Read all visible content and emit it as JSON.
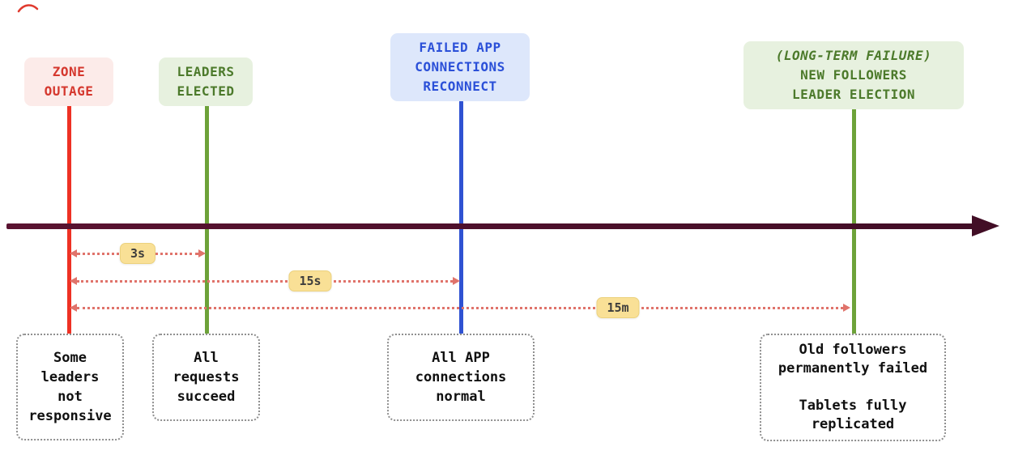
{
  "events": [
    {
      "name": "zone-outage",
      "label_lines": [
        "ZONE",
        "OUTAGE"
      ]
    },
    {
      "name": "leaders-elected",
      "label_lines": [
        "LEADERS",
        "ELECTED"
      ]
    },
    {
      "name": "connections-reconnect",
      "label_lines": [
        "FAILED APP",
        "CONNECTIONS",
        "RECONNECT"
      ]
    },
    {
      "name": "new-followers-election",
      "label_lines": [
        "(LONG-TERM FAILURE)",
        "NEW FOLLOWERS",
        "LEADER ELECTION"
      ]
    }
  ],
  "durations": [
    {
      "label": "3s"
    },
    {
      "label": "15s"
    },
    {
      "label": "15m"
    }
  ],
  "results": [
    {
      "lines": [
        "Some",
        "leaders",
        "not",
        "responsive"
      ]
    },
    {
      "lines": [
        "All",
        "requests",
        "succeed"
      ]
    },
    {
      "lines": [
        "All APP",
        "connections",
        "normal"
      ]
    },
    {
      "lines": [
        "Old followers",
        "permanently failed",
        "",
        "Tablets fully",
        "replicated"
      ]
    }
  ],
  "colors": {
    "timeline": "#420e26",
    "outage_line": "#ee3124",
    "elected_line": "#6da239",
    "reconnect_line": "#2f52d2",
    "followers_line": "#6da239",
    "red_pill_bg": "#fcebe9",
    "red_pill_text": "#d5382e",
    "green_pill_bg": "#e7f1df",
    "green_pill_text": "#4c7a2b",
    "blue_pill_bg": "#dde7fb",
    "blue_pill_text": "#2b50d8",
    "duration_arrow": "#e0736b",
    "badge_bg": "#f9e096",
    "badge_text": "#3d3d3d"
  },
  "icons": {
    "timeline_arrowhead": "right-triangle",
    "duration_arrowheads": "double-headed-dotted-arrow",
    "stray_mark": "small-red-pen-stroke"
  }
}
